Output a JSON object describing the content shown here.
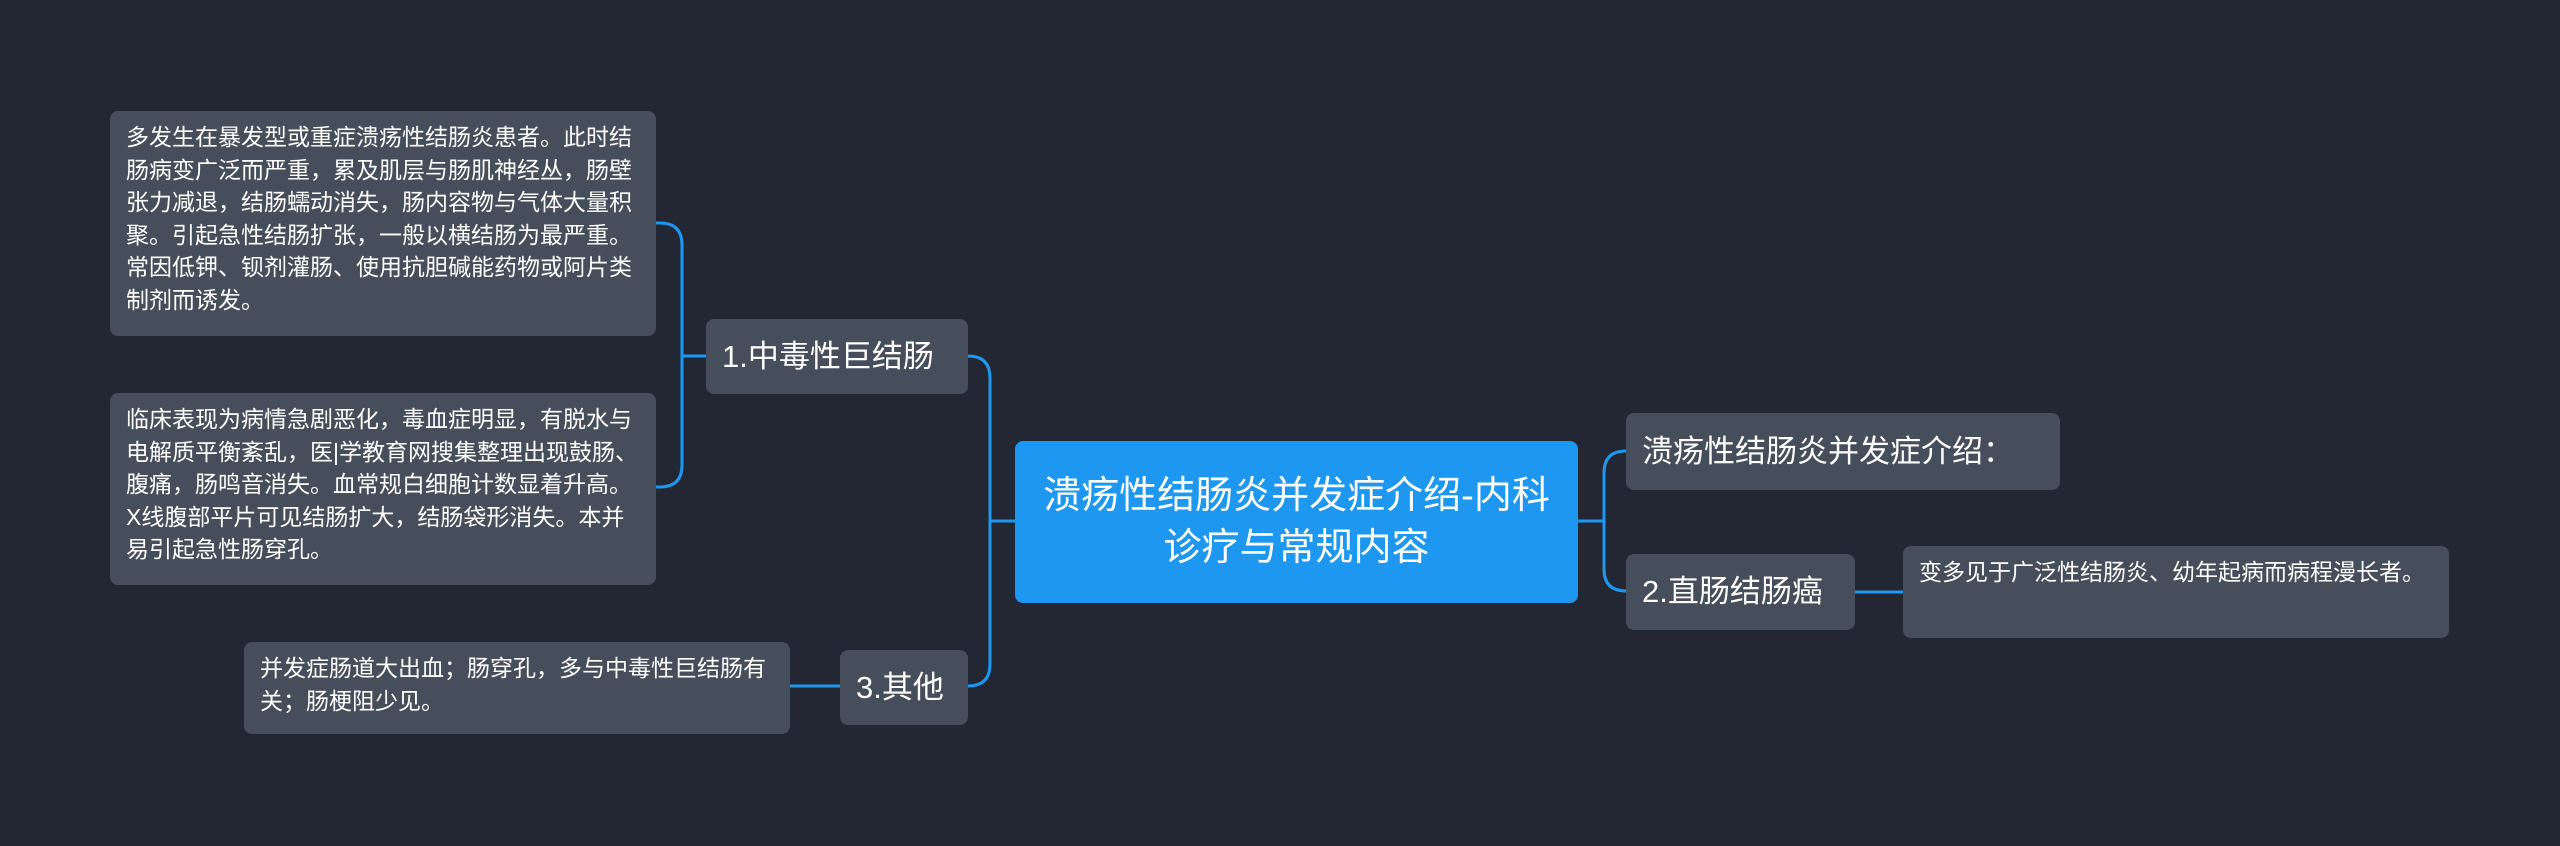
{
  "theme": {
    "background": "#222733",
    "root_color": "#1d97f0",
    "node_color": "#464d5b",
    "link_color": "#1d97f0"
  },
  "root": {
    "title": "溃疡性结肠炎并发症介绍-内科诊疗与常规内容"
  },
  "left": {
    "branch1": {
      "label": "1.中毒性巨结肠",
      "leaf1": "多发生在暴发型或重症溃疡性结肠炎患者。此时结肠病变广泛而严重，累及肌层与肠肌神经丛，肠壁张力减退，结肠蠕动消失，肠内容物与气体大量积聚。引起急性结肠扩张，一般以横结肠为最严重。常因低钾、钡剂灌肠、使用抗胆碱能药物或阿片类制剂而诱发。",
      "leaf2": "临床表现为病情急剧恶化，毒血症明显，有脱水与电解质平衡紊乱，医|学教育网搜集整理出现鼓肠、腹痛，肠鸣音消失。血常规白细胞计数显着升高。X线腹部平片可见结肠扩大，结肠袋形消失。本并易引起急性肠穿孔。"
    },
    "branch3": {
      "label": "3.其他",
      "leaf1": "并发症肠道大出血；肠穿孔，多与中毒性巨结肠有关；肠梗阻少见。"
    }
  },
  "right": {
    "intro": {
      "label": "溃疡性结肠炎并发症介绍："
    },
    "branch2": {
      "label": "2.直肠结肠癌",
      "leaf1": "变多见于广泛性结肠炎、幼年起病而病程漫长者。"
    }
  }
}
